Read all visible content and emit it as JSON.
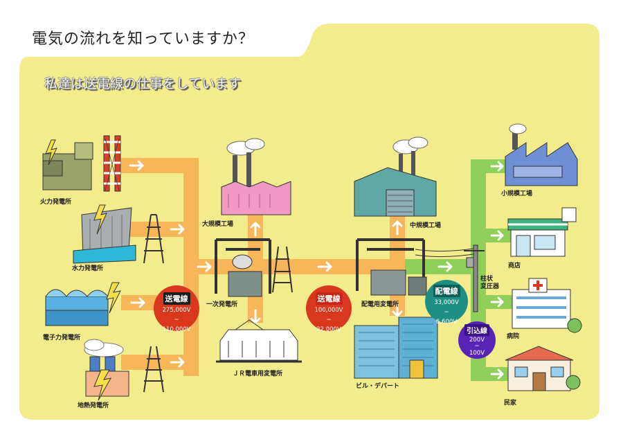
{
  "header": {
    "title": "電気の流れを知っていますか？",
    "subtitle": "私達は送電線の仕事をしています"
  },
  "sources": {
    "thermal": "火力発電所",
    "hydro": "水力発電所",
    "nuclear": "電子力発電所",
    "geothermal": "地熱発電所"
  },
  "facilities": {
    "large_factory": "大規模工場",
    "primary_substation": "一次発電所",
    "jr_substation": "ＪＲ電車用変電所",
    "medium_factory": "中規模工場",
    "distribution_substation": "配電用変電所",
    "buildings": "ビル・デパート",
    "pole_transformer": "柱状\n変圧器",
    "small_factory": "小規模工場",
    "shop": "商店",
    "hospital": "病院",
    "house": "民家"
  },
  "badges": {
    "transmission_1": {
      "title": "送電線",
      "v1": "275,000V",
      "sep": "~",
      "v2": "110,000V"
    },
    "transmission_2": {
      "title": "送電線",
      "v1": "100,000V",
      "sep": "~",
      "v2": "22,000V"
    },
    "distribution": {
      "title": "配電線",
      "v1": "33,000V",
      "sep": "~",
      "v2": "6,600V"
    },
    "service": {
      "title": "引込線",
      "v1": "200V",
      "sep": "~",
      "v2": "100V"
    }
  },
  "colors": {
    "background": "#f3ec8c",
    "flow_orange": "#f8b65a",
    "flow_green": "#8fcf5a",
    "badge_red": "#d9371e",
    "badge_teal": "#1f8f86",
    "badge_purple": "#5a23b8"
  }
}
